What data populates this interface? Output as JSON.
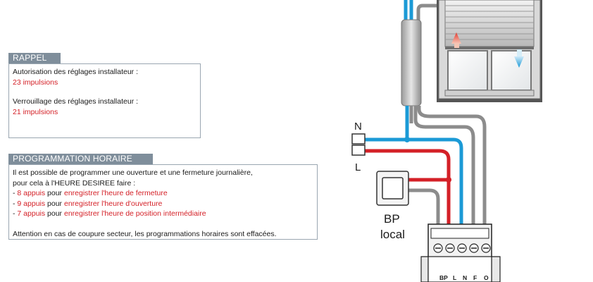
{
  "rappel": {
    "title": "RAPPEL",
    "line1": "Autorisation des réglages installateur :",
    "value1": "23 impulsions",
    "line2": "Verrouillage des réglages installateur :",
    "value2": "21 impulsions"
  },
  "programmation": {
    "title": "PROGRAMMATION HORAIRE",
    "intro1": "Il est possible de programmer une ouverture et une fermeture journalière,",
    "intro2": "pour cela à l'HEURE DESIREE faire :",
    "items": [
      {
        "dash": "- ",
        "count": "8 appuis",
        "pour": " pour ",
        "action": "enregistrer l'heure de fermeture"
      },
      {
        "dash": "- ",
        "count": "9 appuis",
        "pour": " pour ",
        "action": "enregistrer l'heure d'ouverture"
      },
      {
        "dash": "- ",
        "count": "7 appuis",
        "pour": " pour ",
        "action": "enregistrer l'heure de position intermédiaire"
      }
    ],
    "warning": "Attention en cas de coupure secteur, les programmations horaires sont effacées."
  },
  "diagram": {
    "label_n": "N",
    "label_l": "L",
    "bp_line1": "BP",
    "bp_line2": "local",
    "terminals": [
      "BP",
      "L",
      "N",
      "F",
      "O"
    ]
  },
  "colors": {
    "neutral_wire": "#1b9ad6",
    "live_wire": "#d42027",
    "grey_wire": "#8c8c8c",
    "panel_header": "#7f8e9b"
  },
  "icons": [
    "arrow-up-icon",
    "arrow-down-icon",
    "push-button-icon"
  ]
}
